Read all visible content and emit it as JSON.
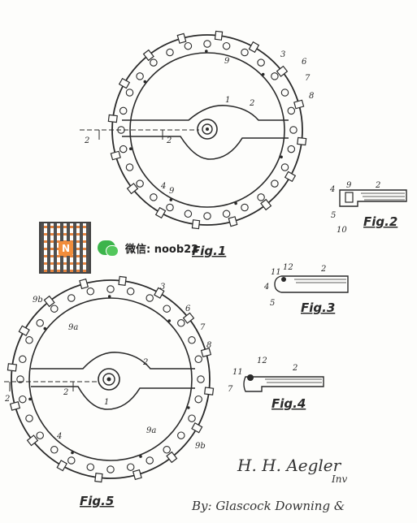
{
  "figures": {
    "fig1": {
      "caption": "Fig.1"
    },
    "fig2": {
      "caption": "Fig.2"
    },
    "fig3": {
      "caption": "Fig.3"
    },
    "fig4": {
      "caption": "Fig.4"
    },
    "fig5": {
      "caption": "Fig.5"
    }
  },
  "fig1_labels": {
    "l1": "1",
    "l2": "2",
    "l3": "3",
    "l4": "4",
    "l6": "6",
    "l7": "7",
    "l8": "8",
    "l9a": "9",
    "l9b": "9",
    "section": "2",
    "section_r": "2"
  },
  "fig2_labels": {
    "l4": "4",
    "l9": "9",
    "l2": "2",
    "l5": "5",
    "l10": "10"
  },
  "fig3_labels": {
    "l11": "11",
    "l12": "12",
    "l2": "2",
    "l4": "4",
    "l5": "5"
  },
  "fig4_labels": {
    "l11": "11",
    "l12": "12",
    "l2": "2",
    "l7": "7"
  },
  "fig5_labels": {
    "l9b_top": "9b",
    "l9a_top": "9a",
    "l3": "3",
    "l6": "6",
    "l7": "7",
    "l8": "8",
    "l2": "2",
    "l1": "1",
    "l4": "4",
    "l9a_bot": "9a",
    "l9b_bot": "9b",
    "section": "2",
    "section_r": "2"
  },
  "signature": {
    "inventor": "H. H. Aegler",
    "inventor_suffix": "Inv",
    "attorney": "By: Glascock Downing &"
  },
  "watermark": {
    "qr_badge": "N",
    "text": "微信: noob22"
  }
}
